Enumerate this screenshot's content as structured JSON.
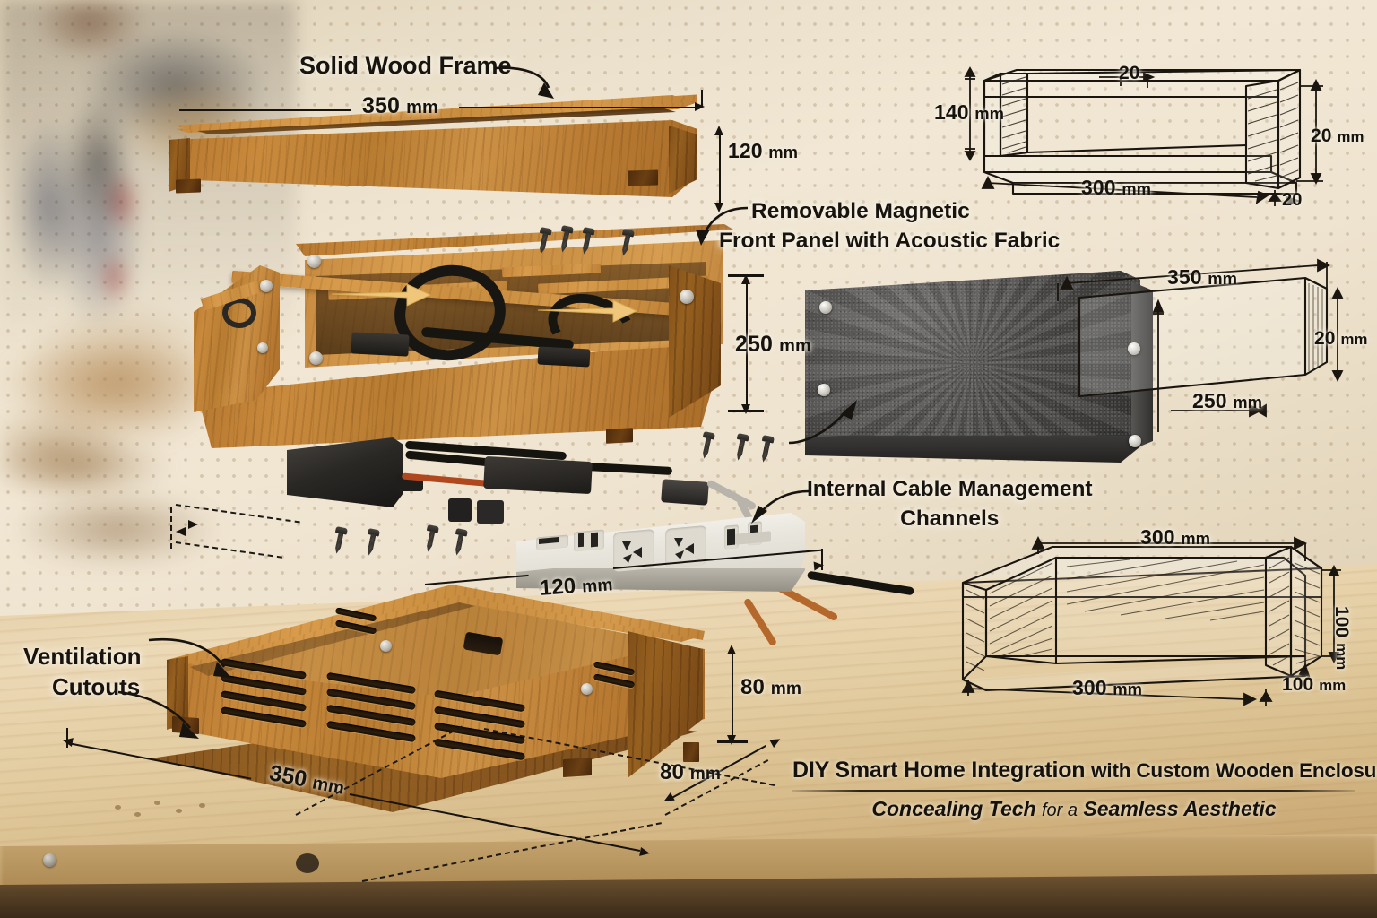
{
  "document": {
    "type": "exploded-assembly-technical-illustration",
    "subject": "Custom wooden cable-management enclosure"
  },
  "title_block": {
    "main_bold": "DIY Smart Home Integration",
    "main_regular": "with Custom Wooden Enclosures",
    "subtitle_bold_1": "Concealing Tech",
    "subtitle_regular": "for a",
    "subtitle_bold_2": "Seamless Aesthetic"
  },
  "callouts": [
    {
      "id": "solid-wood-frame",
      "lines": [
        "Solid Wood Frame"
      ]
    },
    {
      "id": "removable-magnetic-front-panel",
      "lines": [
        "Removable Magnetic",
        "Front Panel with Acoustic Fabric"
      ]
    },
    {
      "id": "internal-cable-management-channels",
      "lines": [
        "Internal Cable Management",
        "Channels"
      ]
    },
    {
      "id": "ventilation-cutouts",
      "lines": [
        "Ventilation",
        "Cutouts"
      ]
    }
  ],
  "dimensions": {
    "frame_length": {
      "value": "350",
      "unit": "mm"
    },
    "frame_height": {
      "value": "120",
      "unit": "mm"
    },
    "assembly_width": {
      "value": "250",
      "unit": "mm"
    },
    "power_strip_length": {
      "value": "120",
      "unit": "mm"
    },
    "base_length": {
      "value": "350",
      "unit": "mm"
    },
    "base_depth_right": {
      "value": "80",
      "unit": "mm"
    },
    "base_height": {
      "value": "80",
      "unit": "mm"
    }
  },
  "technical_drawings": [
    {
      "id": "drawing-top-frame-profile",
      "labels": [
        {
          "text": "140",
          "unit": "mm",
          "position": "left-height"
        },
        {
          "text": "20",
          "unit": "",
          "position": "top-thickness"
        },
        {
          "text": "20",
          "unit": "mm",
          "position": "right-height"
        },
        {
          "text": "300",
          "unit": "mm",
          "position": "bottom-length"
        },
        {
          "text": "20",
          "unit": "",
          "position": "bottom-right-thickness"
        }
      ]
    },
    {
      "id": "drawing-front-panel-profile",
      "labels": [
        {
          "text": "350",
          "unit": "mm",
          "position": "top-length"
        },
        {
          "text": "20",
          "unit": "mm",
          "position": "right-thickness"
        },
        {
          "text": "250",
          "unit": "mm",
          "position": "left-height"
        }
      ]
    },
    {
      "id": "drawing-base-tray",
      "labels": [
        {
          "text": "300",
          "unit": "mm",
          "position": "top-length"
        },
        {
          "text": "100",
          "unit": "mm",
          "position": "right-height"
        },
        {
          "text": "300",
          "unit": "mm",
          "position": "bottom-length"
        },
        {
          "text": "100",
          "unit": "mm",
          "position": "bottom-right-depth"
        }
      ]
    }
  ],
  "parts": [
    {
      "id": "part-top-frame",
      "name": "Solid wood top frame"
    },
    {
      "id": "part-mid-carcass",
      "name": "Mid carcass with internal cable channels"
    },
    {
      "id": "part-front-panel",
      "name": "Removable magnetic front panel with acoustic fabric"
    },
    {
      "id": "part-power-strip",
      "name": "Power strip with sockets and USB ports"
    },
    {
      "id": "part-power-adapter",
      "name": "Black power adapter brick"
    },
    {
      "id": "part-base-box",
      "name": "Base box with ventilation cutouts"
    },
    {
      "id": "part-screws",
      "name": "Assembly wood screws"
    }
  ],
  "colors": {
    "wood_primary": "#c98a3c",
    "wood_dark": "#85521a",
    "panel_dark": "#4a4947",
    "line_ink": "#17130f",
    "pegboard_bg": "#e9dec8",
    "bench_wood": "#e2cca4"
  }
}
